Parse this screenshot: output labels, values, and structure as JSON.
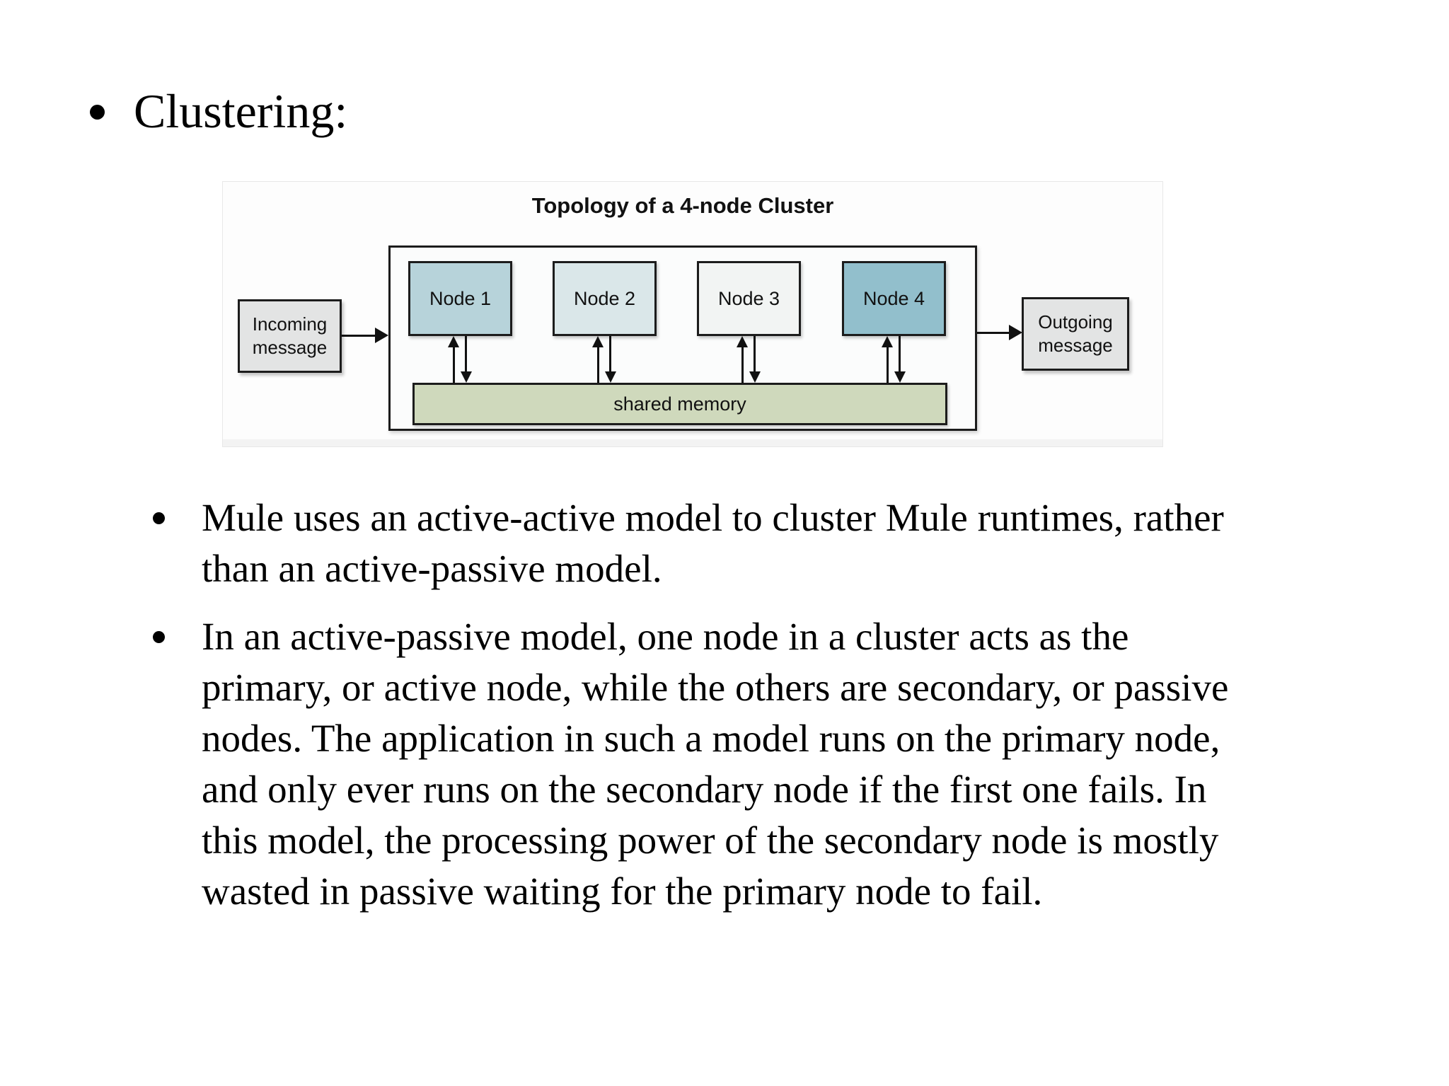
{
  "slide": {
    "title": "Clustering:",
    "bullets": [
      {
        "text": [
          "Mule uses an active-active model to cluster Mule runtimes, rather",
          "than an active-passive model."
        ]
      },
      {
        "text": [
          "In an active-passive model, one node in a cluster acts as the",
          "primary, or active node, while the others are secondary, or passive",
          "nodes. The application in such a model runs on the primary node,",
          "and only ever runs on the secondary node if the first one fails. In",
          "this model, the processing power of the secondary node is mostly",
          "wasted in passive waiting for the primary node to fail."
        ]
      }
    ]
  },
  "diagram": {
    "title": "Topology of a 4-node Cluster",
    "incoming_box": {
      "label": [
        "Incoming",
        "message"
      ],
      "color": "#e3e4e4"
    },
    "outgoing_box": {
      "label": [
        "Outgoing",
        "message"
      ],
      "color": "#e3e4e4"
    },
    "nodes": [
      {
        "label": "Node 1",
        "color": "#b7d3da"
      },
      {
        "label": "Node 2",
        "color": "#dae7e9"
      },
      {
        "label": "Node 3",
        "color": "#f2f4f3"
      },
      {
        "label": "Node 4",
        "color": "#92bfcc"
      }
    ],
    "shared_memory": {
      "label": "shared memory",
      "color": "#cfd9bc"
    },
    "border_color": "#1c1c1c"
  }
}
